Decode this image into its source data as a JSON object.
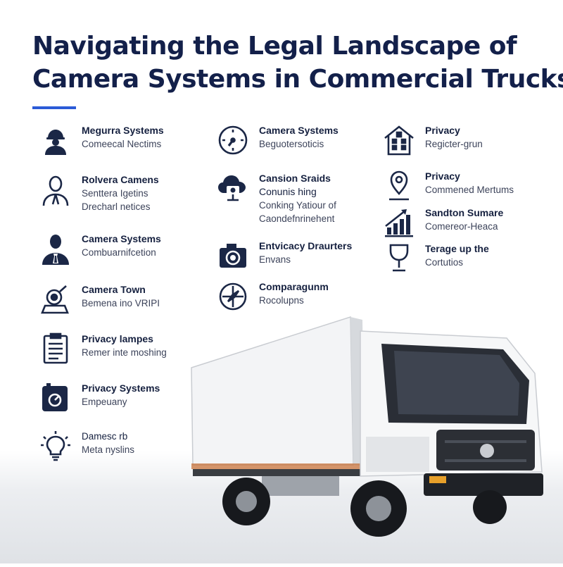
{
  "title": {
    "line1": "Navigating the Legal Landscape of",
    "line2": "Camera Systems in Commercial Trucks"
  },
  "colors": {
    "title": "#13204a",
    "accent": "#2b5bd7",
    "icon": "#1b2746"
  },
  "columns": {
    "left": [
      {
        "icon": "hardhat-worker-icon",
        "title": "Megurra Systems",
        "lines": [
          "Comeecal Nectims"
        ]
      },
      {
        "icon": "person-icon",
        "title": "Rolvera Camens",
        "lines": [
          "Senttera Igetins",
          "Drecharl netices"
        ]
      },
      {
        "icon": "businessman-icon",
        "title": "Camera Systems",
        "lines": [
          "Combuarnifcetion"
        ]
      },
      {
        "icon": "camera-magnifier-icon",
        "title": "Camera Town",
        "lines": [
          "Bemena ino VRIPI"
        ]
      },
      {
        "icon": "clipboard-icon",
        "title": "Privacy lampes",
        "lines": [
          "Remer inte moshing"
        ]
      },
      {
        "icon": "camera-device-icon",
        "title": "Privacy Systems",
        "lines": [
          "Empeuany"
        ]
      },
      {
        "icon": "lightbulb-icon",
        "title": "",
        "lines": [
          "Damesc rb",
          "Meta nyslins"
        ]
      }
    ],
    "middle": [
      {
        "icon": "gauge-clock-icon",
        "title": "Camera Systems",
        "lines": [
          "Beguotersoticis"
        ]
      },
      {
        "icon": "cloud-server-icon",
        "title": "Cansion Sraids",
        "lines": [
          "Conunis hing",
          "Conking Yatiour of",
          "Caondefnrinehent"
        ]
      },
      {
        "icon": "camera-icon",
        "title": "Entvicacy Draurters",
        "lines": [
          "Envans"
        ]
      },
      {
        "icon": "compass-icon",
        "title": "Comparagunm",
        "lines": [
          "Rocolupns"
        ]
      }
    ],
    "right": [
      {
        "icon": "house-building-icon",
        "title": "Privacy",
        "lines": [
          "Regicter-grun"
        ]
      },
      {
        "icon": "location-pin-icon",
        "title": "Privacy",
        "lines": [
          "Commened Mertums"
        ]
      },
      {
        "icon": "growth-chart-icon",
        "title": "Sandton Sumare",
        "lines": [
          "Comereor-Heaca"
        ]
      },
      {
        "icon": "trophy-cup-icon",
        "title": "Terage up the",
        "lines": [
          "Cortutios"
        ]
      }
    ]
  }
}
